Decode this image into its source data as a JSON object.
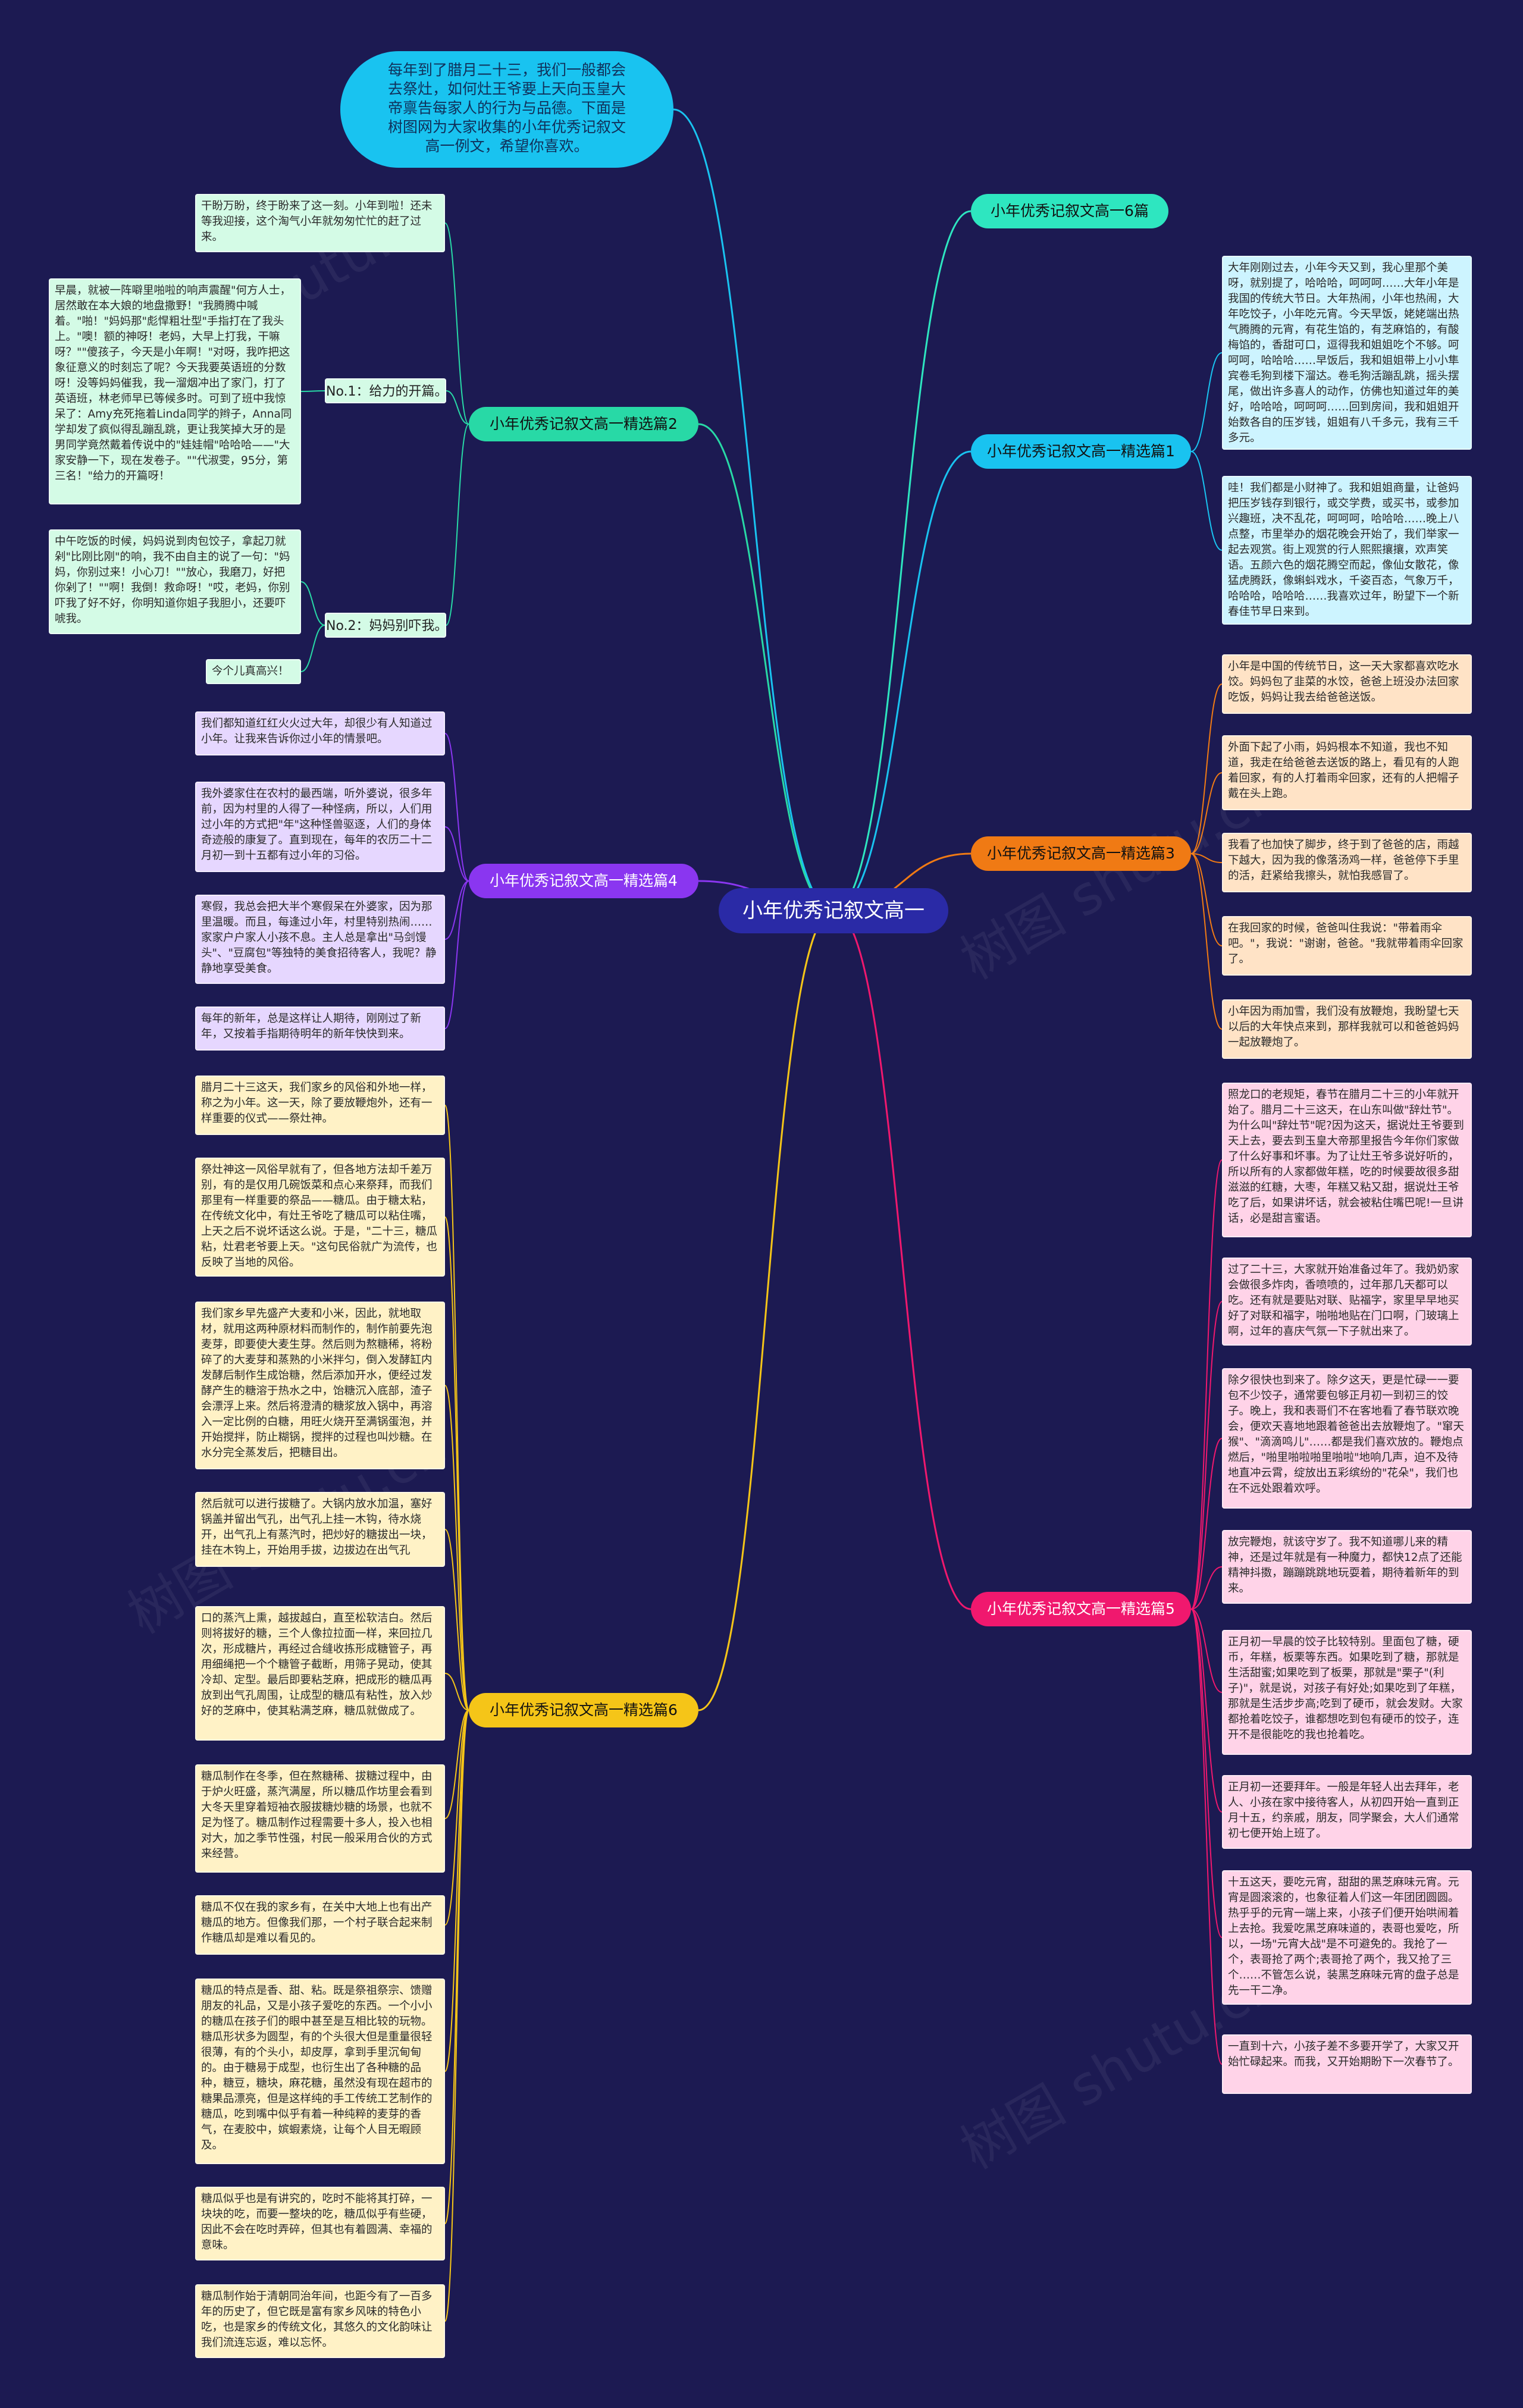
{
  "root": "小年优秀记叙文高一",
  "intro": "每年到了腊月二十三，我们一般都会去祭灶，如何灶王爷要上天向玉皇大帝禀告每家人的行为与品德。下面是树图网为大家收集的小年优秀记叙文高一例文，希望你喜欢。",
  "watermark": "树图 shutu.cn",
  "colors": {
    "background": "#1c1a52",
    "root": "#2a2aa6",
    "intro": "#19c3f0",
    "teal": "#2ee6c0",
    "green": "#28d9a6",
    "cyan": "#19c3f0",
    "purple": "#8a36f0",
    "orange": "#f07a14",
    "yellow": "#f5c518",
    "pink": "#f0186e"
  },
  "branches": [
    {
      "id": "b6",
      "title": "小年优秀记叙文高一6篇",
      "color": "#2ee6c0",
      "leaves": []
    },
    {
      "id": "b1",
      "title": "小年优秀记叙文高一精选篇1",
      "color": "#19c3f0",
      "leaves": [
        "大年刚刚过去，小年今天又到，我心里那个美呀，就别提了，哈哈哈，呵呵呵……大年小年是我国的传统大节日。大年热闹，小年也热闹，大年吃饺子，小年吃元宵。今天早饭，姥姥端出热气腾腾的元宵，有花生馅的，有芝麻馅的，有酸梅馅的，香甜可口，逗得我和姐姐吃个不够。呵呵呵，哈哈哈……早饭后，我和姐姐带上小小隼宾卷毛狗到楼下溜达。卷毛狗活蹦乱跳，摇头摆尾，做出许多喜人的动作，仿佛也知道过年的美好，哈哈哈，呵呵呵……回到房间，我和姐姐开始数各自的压岁钱，姐姐有八千多元，我有三千多元。",
        "哇！我们都是小财神了。我和姐姐商量，让爸妈把压岁钱存到银行，或交学费，或买书，或参加兴趣班，决不乱花，呵呵呵，哈哈哈……晚上八点整，市里举办的烟花晚会开始了，我们举家一起去观赏。街上观赏的行人熙熙攘攘，欢声笑语。五颜六色的烟花腾空而起，像仙女散花，像猛虎腾跃，像蝌蚪戏水，千姿百态，气象万千，哈哈哈，哈哈哈……我喜欢过年，盼望下一个新春佳节早日来到。"
      ]
    },
    {
      "id": "b3",
      "title": "小年优秀记叙文高一精选篇3",
      "color": "#f07a14",
      "leaves": [
        "小年是中国的传统节日，这一天大家都喜欢吃水饺。妈妈包了韭菜的水饺，爸爸上班没办法回家吃饭，妈妈让我去给爸爸送饭。",
        "外面下起了小雨，妈妈根本不知道，我也不知道，我走在给爸爸去送饭的路上，看见有的人跑着回家，有的人打着雨伞回家，还有的人把帽子戴在头上跑。",
        "我看了也加快了脚步，终于到了爸爸的店，雨越下越大，因为我的像落汤鸡一样，爸爸停下手里的活，赶紧给我擦头，就怕我感冒了。",
        "在我回家的时候，爸爸叫住我说：\"带着雨伞吧。\"，我说：\"谢谢，爸爸。\"我就带着雨伞回家了。",
        "小年因为雨加雪，我们没有放鞭炮，我盼望七天以后的大年快点来到，那样我就可以和爸爸妈妈一起放鞭炮了。"
      ]
    },
    {
      "id": "b5",
      "title": "小年优秀记叙文高一精选篇5",
      "color": "#f0186e",
      "leaves": [
        "照龙口的老规矩，春节在腊月二十三的小年就开始了。腊月二十三这天，在山东叫做\"辞灶节\"。为什么叫\"辞灶节\"呢?因为这天，据说灶王爷要到天上去，要去到玉皇大帝那里报告今年你们家做了什么好事和坏事。为了让灶王爷多说好听的，所以所有的人家都做年糕，吃的时候要故很多甜滋滋的红糖，大枣，年糕又粘又甜，据说灶王爷吃了后，如果讲坏话，就会被粘住嘴巴呢!一旦讲话，必是甜言蜜语。",
        "过了二十三，大家就开始准备过年了。我奶奶家会做很多炸肉，香喷喷的，过年那几天都可以吃。还有就是要贴对联、贴福字，家里早早地买好了对联和福字，啪啪地贴在门口啊，门玻璃上啊，过年的喜庆气氛一下子就出来了。",
        "除夕很快也到来了。除夕这天，更是忙碌一一要包不少饺子，通常要包够正月初一到初三的饺子。晚上，我和表哥们不在客地看了春节联欢晚会，便欢天喜地地跟着爸爸出去放鞭炮了。\"窜天猴\"、\"滴滴鸣儿\"……都是我们喜欢放的。鞭炮点燃后，\"啪里啪啦啪里啪啦\"地响几声，迫不及待地直冲云霄，绽放出五彩缤纷的\"花朵\"，我们也在不远处跟着欢呼。",
        "放完鞭炮，就该守岁了。我不知道哪儿来的精神，还是过年就是有一种魔力，都快12点了还能精神抖擞，蹦蹦跳跳地玩耍着，期待着新年的到来。",
        "正月初一早晨的饺子比较特别。里面包了糖，硬币，年糕，板栗等东西。如果吃到了糖，那就是生活甜蜜;如果吃到了板栗，那就是\"栗子\"(利子)\"，就是说，对孩子有好处;如果吃到了年糕，那就是生活步步高;吃到了硬币，就会发财。大家都抢着吃饺子，谁都想吃到包有硬币的饺子，连开不是很能吃的我也抢着吃。",
        "正月初一还要拜年。一般是年轻人出去拜年，老人、小孩在家中接待客人，从初四开始一直到正月十五，约亲戚，朋友，同学聚会，大人们通常初七便开始上班了。",
        "十五这天，要吃元宵，甜甜的黑芝麻味元宵。元宵是圆滚滚的，也象征着人们这一年团团圆圆。热乎乎的元宵一端上来，小孩子们便开始哄闹着上去抢。我爱吃黑芝麻味道的，表哥也爱吃，所以，一场\"元宵大战\"是不可避免的。我抢了一个，表哥抢了两个;表哥抢了两个，我又抢了三个……不管怎么说，装黑芝麻味元宵的盘子总是先一干二净。",
        "一直到十六，小孩子差不多要开学了，大家又开始忙碌起来。而我，又开始期盼下一次春节了。"
      ]
    },
    {
      "id": "b2",
      "title": "小年优秀记叙文高一精选篇2",
      "color": "#28d9a6",
      "intro_leaf": "干盼万盼，终于盼来了这一刻。小年到啦！还未等我迎接，这个淘气小年就匆匆忙忙的赶了过来。",
      "subs": [
        {
          "label": "No.1：给力的开篇。",
          "leaves": [
            "早晨，就被一阵噼里啪啦的响声震醒\"何方人士，居然敢在本大娘的地盘撒野！\"我腾腾中喊着。\"啪！\"妈妈那\"彪悍粗壮型\"手指打在了我头上。\"噢！额的神呀！老妈，大早上打我，干嘛呀？\"\"傻孩子，今天是小年啊！\"对呀，我咋把这象征意义的时刻忘了呢？今天我要英语班的分数呀！没等妈妈催我，我一溜烟冲出了家门，打了英语班，林老师早已等候多时。可到了班中我惊呆了：Amy充死拖着Linda同学的辫子，Anna同学却发了疯似得乱蹦乱跳，更让我笑掉大牙的是男同学竟然戴着传说中的\"娃娃帽\"哈哈哈——\"大家安静一下，现在发卷子。\"\"代淑雯，95分，第三名！\"给力的开篇呀！"
          ]
        },
        {
          "label": "No.2：妈妈别吓我。",
          "leaves": [
            "中午吃饭的时候，妈妈说到肉包饺子，拿起刀就剁\"比刚比刚\"的响，我不由自主的说了一句：\"妈妈，你别过来！小心刀！\"\"放心，我磨刀，好把你剁了！\"\"啊！我倒！救命呀！\"哎，老妈，你别吓我了好不好，你明知道你姐子我胆小，还要吓唬我。",
            "今个儿真高兴！"
          ]
        }
      ]
    },
    {
      "id": "b4",
      "title": "小年优秀记叙文高一精选篇4",
      "color": "#8a36f0",
      "leaves": [
        "我们都知道红红火火过大年，却很少有人知道过小年。让我来告诉你过小年的情景吧。",
        "我外婆家住在农村的最西端，听外婆说，很多年前，因为村里的人得了一种怪病，所以，人们用过小年的方式把\"年\"这种怪兽驱逐，人们的身体奇迹般的康复了。直到现在，每年的农历二十二月初一到十五都有过小年的习俗。",
        "寒假，我总会把大半个寒假呆在外婆家，因为那里温暖。而且，每逢过小年，村里特别热闹……家家户户家人小孩不息。主人总是拿出\"马剑馒头\"、\"豆腐包\"等独特的美食招待客人，我呢？静静地享受美食。",
        "每年的新年，总是这样让人期待，刚刚过了新年，又按着手指期待明年的新年快快到来。"
      ]
    },
    {
      "id": "b6b",
      "title": "小年优秀记叙文高一精选篇6",
      "color": "#f5c518",
      "leaves": [
        "腊月二十三这天，我们家乡的风俗和外地一样，称之为小年。这一天，除了要放鞭炮外，还有一样重要的仪式——祭灶神。",
        "祭灶神这一风俗早就有了，但各地方法却千差万别，有的是仅用几碗饭菜和点心来祭拜，而我们那里有一样重要的祭品——糖瓜。由于糖太粘，在传统文化中，有灶王爷吃了糖瓜可以粘住嘴，上天之后不说坏话这么说。于是，\"二十三，糖瓜粘，灶君老爷要上天。\"这句民俗就广为流传，也反映了当地的风俗。",
        "我们家乡早先盛产大麦和小米，因此，就地取材，就用这两种原材料而制作的，制作前要先泡麦芽，即要使大麦生芽。然后则为熬糖稀，将粉碎了的大麦芽和蒸熟的小米拌匀，倒入发酵缸内发酵后制作生成饴糖，然后添加开水，便经过发酵产生的糖溶于热水之中，饴糖沉入底部，渣子会漂浮上来。然后将澄清的糖浆放入锅中，再溶入一定比例的白糖，用旺火烧开至满锅蛋泡，并开始搅拌，防止糊锅，搅拌的过程也叫炒糖。在水分完全蒸发后，把糖目出。",
        "然后就可以进行拔糖了。大锅内放水加温，塞好锅盖并留出气孔，出气孔上挂一木钩，待水烧开，出气孔上有蒸汽时，把炒好的糖拔出一块，挂在木钩上，开始用手拔，边拔边在出气孔",
        "口的蒸汽上熏，越拔越白，直至松软洁白。然后则将拔好的糖，三个人像拉拉面一样，来回拉几次，形成糖片，再经过合缝收拣形成糖管子，再用细绳把一个个糖管子截断，用筛子晃动，使其冷却、定型。最后即要粘芝麻，把成形的糖瓜再放到出气孔周围，让成型的糖瓜有粘性，放入炒好的芝麻中，使其粘满芝麻，糖瓜就做成了。",
        "糖瓜制作在冬季，但在熬糖稀、拔糖过程中，由于炉火旺盛，蒸汽满屋，所以糖瓜作坊里会看到大冬天里穿着短袖衣服拔糖炒糖的场景，也就不足为怪了。糖瓜制作过程需要十多人，投入也相对大，加之季节性强，村民一般采用合伙的方式来经营。",
        "糖瓜不仅在我的家乡有，在关中大地上也有出产糖瓜的地方。但像我们那，一个村子联合起来制作糖瓜却是难以看见的。",
        "糖瓜的特点是香、甜、粘。既是祭祖祭宗、馈赠朋友的礼品，又是小孩子爱吃的东西。一个小小的糖瓜在孩子们的眼中甚至是互相比较的玩物。糖瓜形状多为圆型，有的个头很大但是重量很轻很薄，有的个头小，却皮厚，拿到手里沉甸甸的。由于糖易于成型，也衍生出了各种糖的品种，糖豆，糖块，麻花糖，虽然没有现在超市的糖果品漂亮，但是这样纯的手工传统工艺制作的糖瓜，吃到嘴中似乎有着一种纯粹的麦芽的香气，在麦胶中，嫔蝦素烧，让每个人目无暇顾及。",
        "糖瓜似乎也是有讲究的，吃时不能将其打碎，一块块的吃，而要一整块的吃，糖瓜似乎有些硬，因此不会在吃时弄碎，但其也有着圆满、幸福的意味。",
        "糖瓜制作始于清朝同治年间，也距今有了一百多年的历史了，但它既是富有家乡风味的特色小吃，也是家乡的传统文化，其悠久的文化韵味让我们流连忘返，难以忘怀。"
      ]
    }
  ]
}
